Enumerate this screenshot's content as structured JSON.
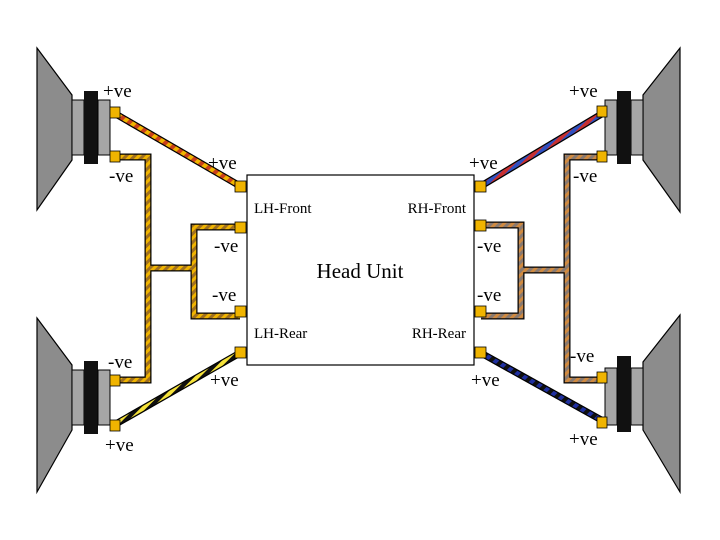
{
  "head_unit": {
    "title": "Head Unit",
    "channels": {
      "lh_front": "LH-Front",
      "rh_front": "RH-Front",
      "lh_rear": "LH-Rear",
      "rh_rear": "RH-Rear"
    }
  },
  "labels": {
    "pos": "+ve",
    "neg": "-ve"
  },
  "colors": {
    "terminal": "#f0b400",
    "speaker_cone": "#8c8c8c",
    "speaker_body": "#a6a6a6",
    "lh_front_pos_wire": [
      "#f0b400",
      "#c8401a"
    ],
    "lh_rear_pos_wire": [
      "#f5e23a",
      "#101010"
    ],
    "lh_neg_wire": [
      "#f0b400",
      "#a07020"
    ],
    "rh_front_pos_wire": [
      "#c83030",
      "#3050c0"
    ],
    "rh_rear_pos_wire": [
      "#2030a0",
      "#101010"
    ],
    "rh_neg_wire": [
      "#d08a40",
      "#8a7a70"
    ]
  }
}
